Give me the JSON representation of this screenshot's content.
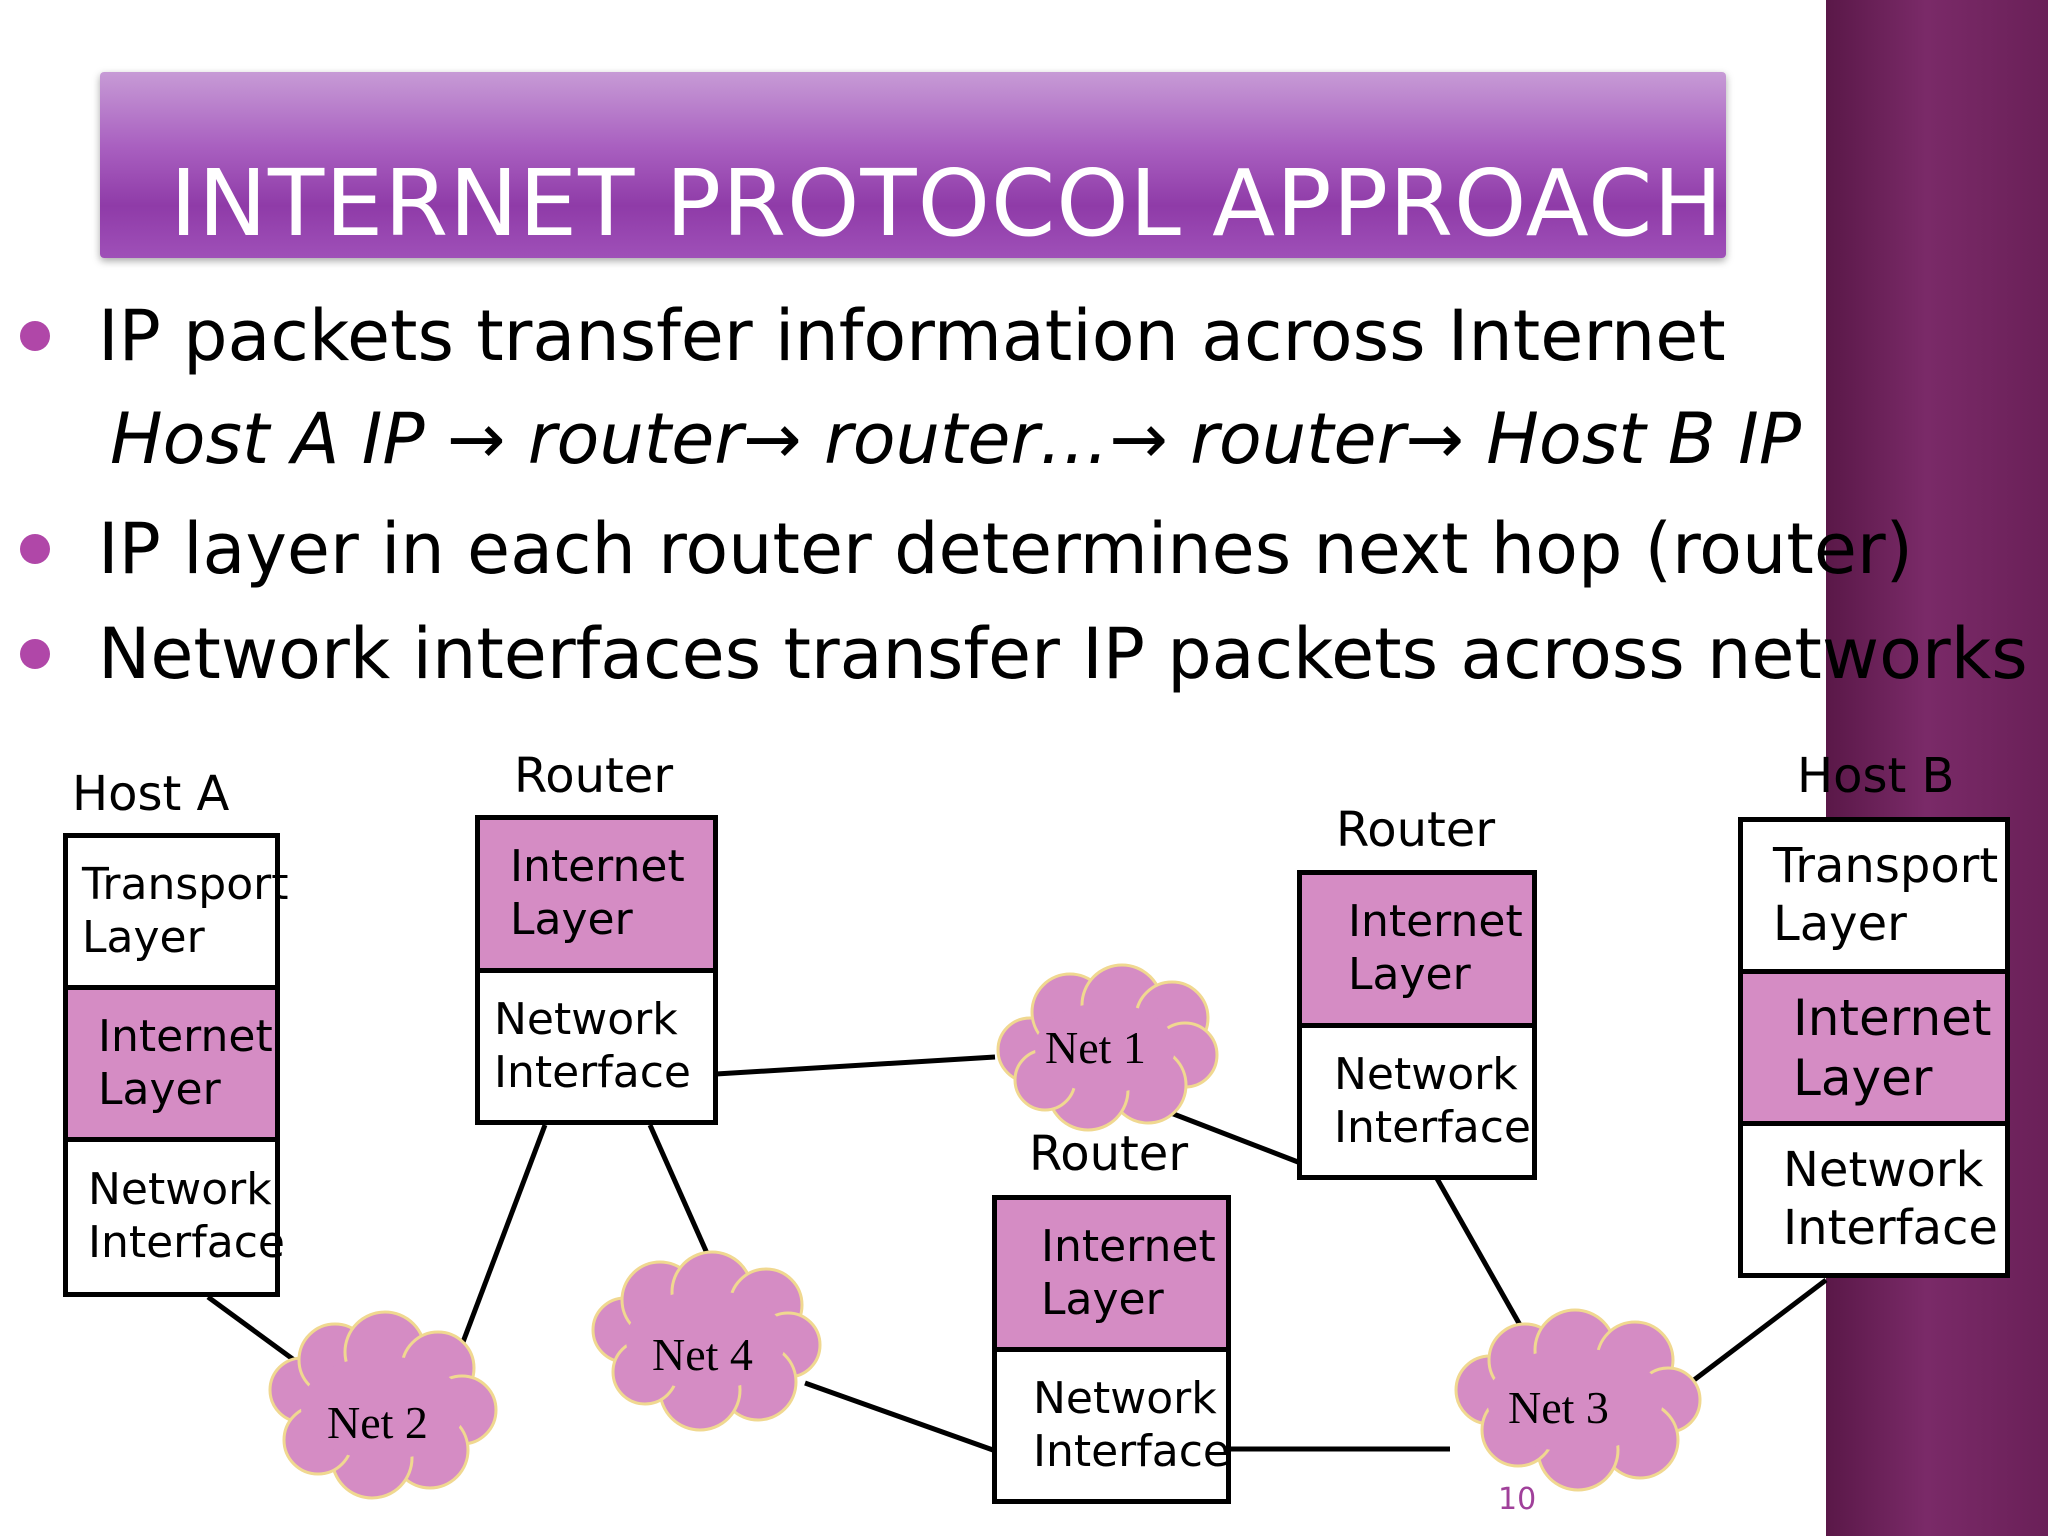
{
  "slide": {
    "title": "INTERNET PROTOCOL APPROACH",
    "bullets": [
      "IP packets transfer information across Internet",
      "IP layer in each router determines next hop (router)",
      "Network interfaces transfer IP packets across networks"
    ],
    "subline": "Host A IP → router→ router…→ router→ Host B IP",
    "page_number": "10"
  },
  "diagram": {
    "nodes": {
      "host_a": {
        "label": "Host A",
        "layers": [
          "Transport Layer",
          "Internet Layer",
          "Network Interface"
        ]
      },
      "router_1": {
        "label": "Router",
        "layers": [
          "Internet Layer",
          "Network Interface"
        ]
      },
      "router_2": {
        "label": "Router",
        "layers": [
          "Internet Layer",
          "Network Interface"
        ]
      },
      "router_3": {
        "label": "Router",
        "layers": [
          "Internet Layer",
          "Network Interface"
        ]
      },
      "host_b": {
        "label": "Host B",
        "layers": [
          "Transport Layer",
          "Internet Layer",
          "Network Interface"
        ]
      }
    },
    "networks": [
      "Net 1",
      "Net 2",
      "Net 3",
      "Net 4"
    ],
    "colors": {
      "layer_fill": "#d58cc4",
      "cloud_fill": "#d58cc4",
      "cloud_stroke": "#f0d890",
      "accent": "#9b4db5"
    }
  }
}
